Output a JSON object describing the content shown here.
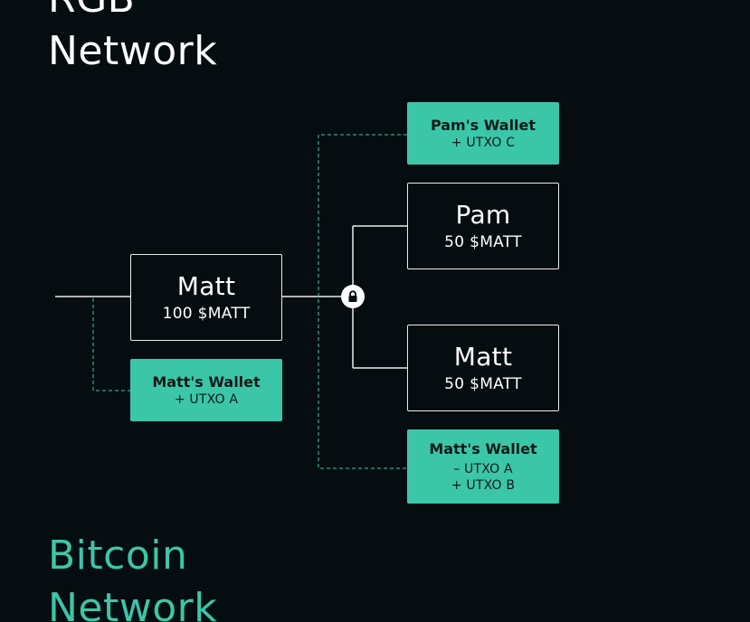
{
  "titles": {
    "rgb": [
      "RGB",
      "Network"
    ],
    "bitcoin": [
      "Bitcoin",
      "Network"
    ]
  },
  "nodes": {
    "sender": {
      "name": "Matt",
      "amount": "100 $MATT"
    },
    "receiver_pam": {
      "name": "Pam",
      "amount": "50 $MATT"
    },
    "receiver_matt": {
      "name": "Matt",
      "amount": "50 $MATT"
    }
  },
  "wallets": {
    "matt_initial": {
      "name": "Matt's Wallet",
      "lines": [
        "+ UTXO A"
      ]
    },
    "pam": {
      "name": "Pam's Wallet",
      "lines": [
        "+ UTXO C"
      ]
    },
    "matt_change": {
      "name": "Matt's Wallet",
      "lines": [
        "– UTXO A",
        "+ UTXO B"
      ]
    }
  },
  "icons": {
    "seal": "lock-icon"
  },
  "colors": {
    "background": "#060d10",
    "accent": "#3cc6a8",
    "node_border": "#e9ecec",
    "wallet_text": "#0b1a18"
  }
}
